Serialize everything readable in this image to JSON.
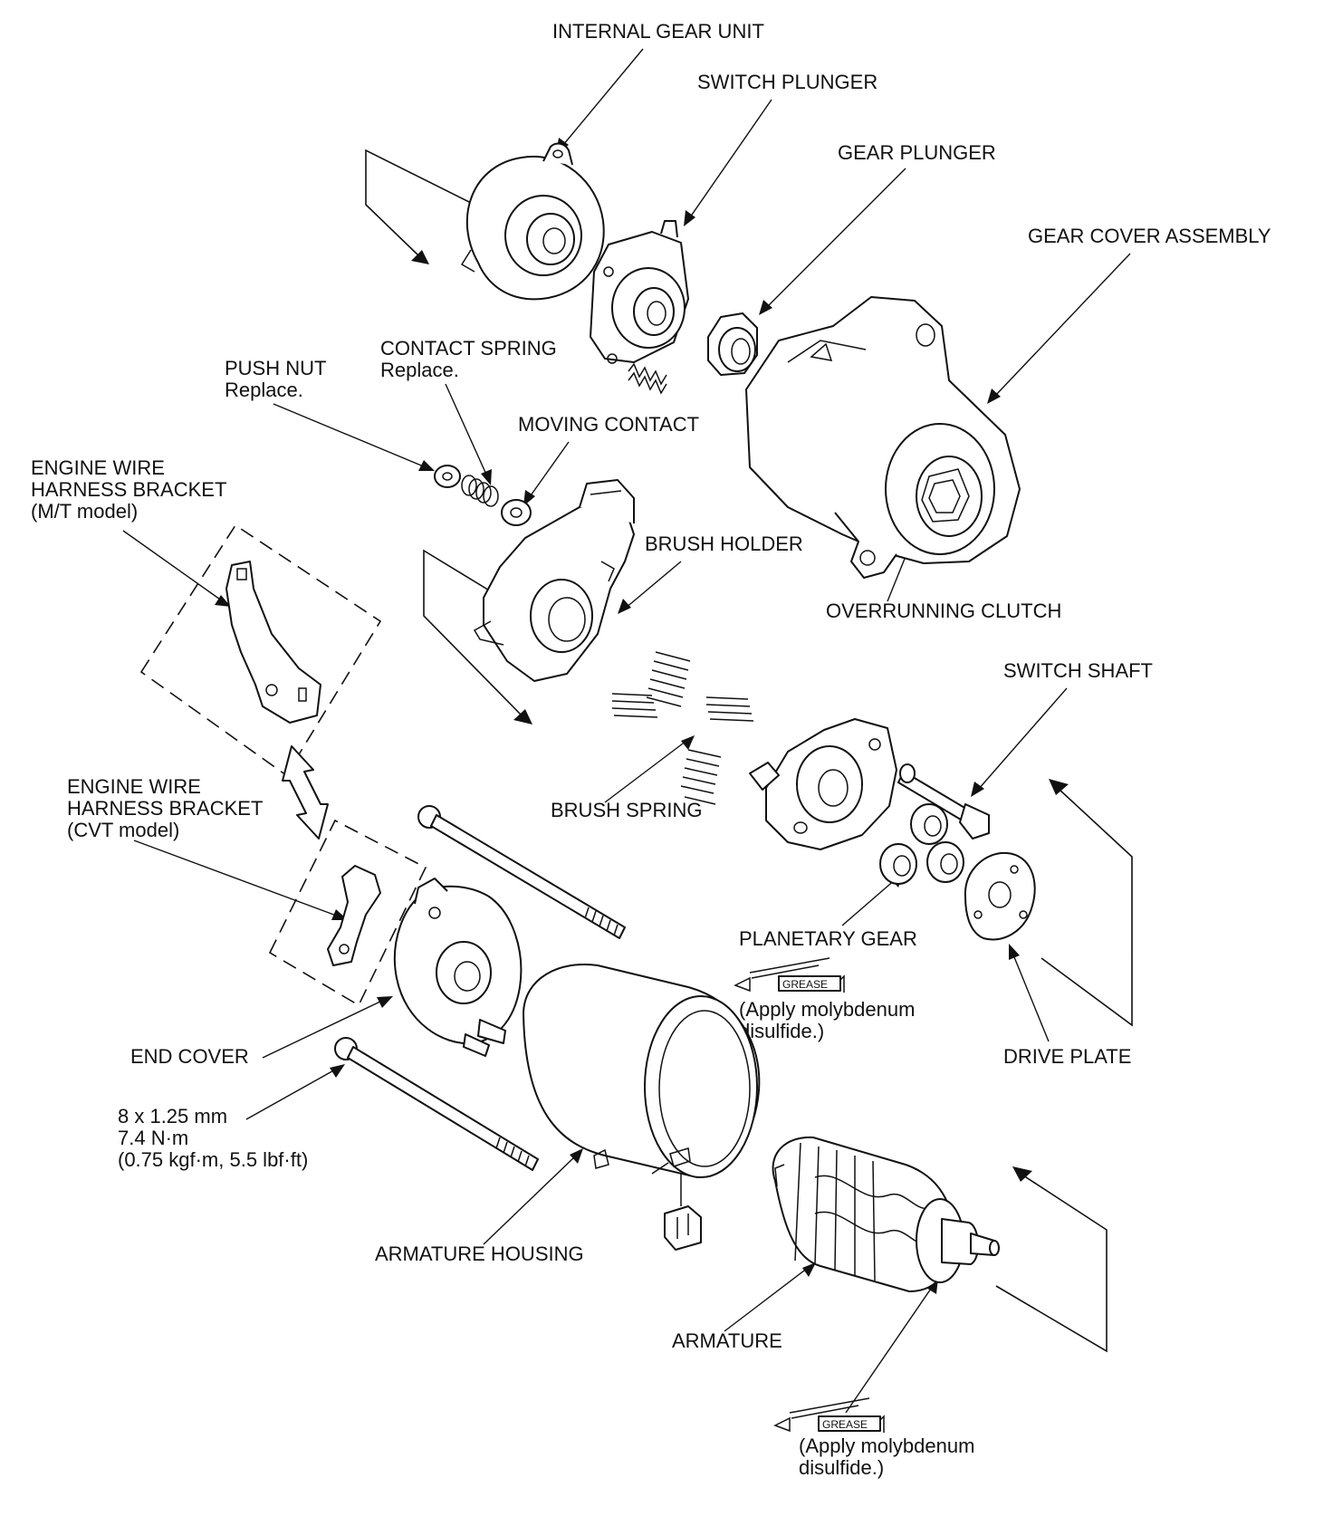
{
  "labels": {
    "internal_gear_unit": "INTERNAL GEAR UNIT",
    "switch_plunger": "SWITCH PLUNGER",
    "gear_plunger": "GEAR PLUNGER",
    "gear_cover_assembly": "GEAR COVER ASSEMBLY",
    "contact_spring": "CONTACT SPRING",
    "contact_spring_note": "Replace.",
    "push_nut": "PUSH NUT",
    "push_nut_note": "Replace.",
    "moving_contact": "MOVING CONTACT",
    "bracket_mt_line1": "ENGINE WIRE",
    "bracket_mt_line2": "HARNESS BRACKET",
    "bracket_mt_line3": "(M/T model)",
    "brush_holder": "BRUSH HOLDER",
    "overrunning_clutch": "OVERRUNNING CLUTCH",
    "switch_shaft": "SWITCH SHAFT",
    "bracket_cvt_line1": "ENGINE WIRE",
    "bracket_cvt_line2": "HARNESS BRACKET",
    "bracket_cvt_line3": "(CVT model)",
    "brush_spring": "BRUSH SPRING",
    "planetary_gear": "PLANETARY GEAR",
    "grease_note_1_line1": "(Apply molybdenum",
    "grease_note_1_line2": "disulfide.)",
    "end_cover": "END COVER",
    "drive_plate": "DRIVE PLATE",
    "bolt_size": "8 x 1.25 mm",
    "bolt_torque": "7.4 N·m",
    "bolt_torque_alt": "(0.75 kgf·m, 5.5 lbf·ft)",
    "armature_housing": "ARMATURE HOUSING",
    "armature": "ARMATURE",
    "grease_note_2_line1": "(Apply molybdenum",
    "grease_note_2_line2": "disulfide.)",
    "grease_tag_1": "GREASE",
    "grease_tag_2": "GREASE"
  },
  "icons": [
    "grease-gun-icon",
    "interchange-arrow-icon"
  ]
}
